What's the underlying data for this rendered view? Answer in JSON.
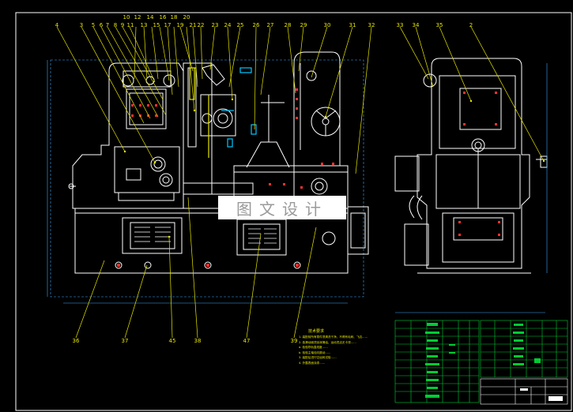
{
  "watermark": "图文设计",
  "colors": {
    "background": "#000000",
    "frame": "#ffffff",
    "outline": "#ffffff",
    "leader": "#e6e600",
    "dimension": "#3aa7ff",
    "detail_red": "#ff3030",
    "table": "#00cc33",
    "accent_cyan": "#00c8ff"
  },
  "balloons_top": [
    "4",
    "3",
    "5",
    "6",
    "7",
    "8",
    "9",
    "10",
    "11",
    "12",
    "13",
    "14",
    "15",
    "16",
    "17",
    "18",
    "19",
    "20",
    "21",
    "22",
    "23",
    "24",
    "25",
    "26",
    "27",
    "28",
    "29",
    "30",
    "31",
    "32",
    "33",
    "34",
    "35",
    "2"
  ],
  "balloons_bottom": [
    "36",
    "37",
    "45",
    "38",
    "47",
    "39"
  ],
  "notes": {
    "title": "技术要求",
    "lines": [
      "1. 装配前所有零件须清洗干净，不得有毛刺、飞边……",
      "2. 各滑动面须涂润滑油，运动灵活无卡滞……",
      "   a. 检验导轨直线度……",
      "   b. 检验主轴径向跳动……",
      "3. 装配后进行空运转试验……",
      "4. 外露表面涂漆……"
    ]
  }
}
